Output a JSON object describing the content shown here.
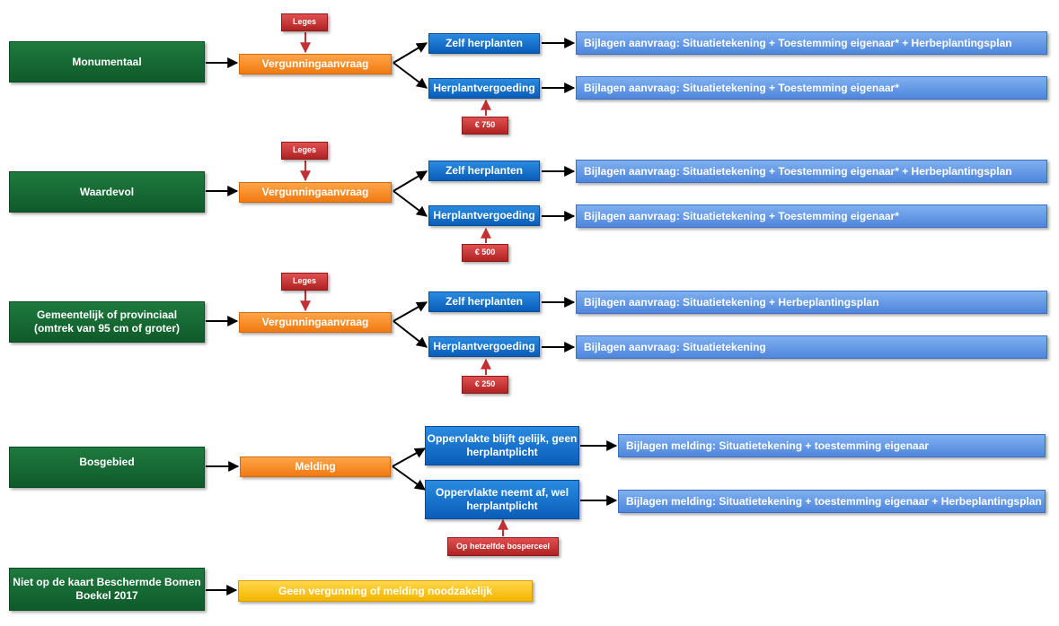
{
  "rows": [
    {
      "category": "Monumentaal",
      "process": "Vergunningaanvraag",
      "fee_top": "Leges",
      "option_a": "Zelf herplanten",
      "option_b": "Herplantvergoeding",
      "fee_bottom": "€ 750",
      "attach_a": "Bijlagen aanvraag: Situatietekening + Toestemming eigenaar* + Herbeplantingsplan",
      "attach_b": "Bijlagen aanvraag: Situatietekening + Toestemming eigenaar*"
    },
    {
      "category": "Waardevol",
      "process": "Vergunningaanvraag",
      "fee_top": "Leges",
      "option_a": "Zelf herplanten",
      "option_b": "Herplantvergoeding",
      "fee_bottom": "€ 500",
      "attach_a": "Bijlagen aanvraag: Situatietekening + Toestemming eigenaar* + Herbeplantingsplan",
      "attach_b": "Bijlagen aanvraag: Situatietekening + Toestemming eigenaar*"
    },
    {
      "category_line1": "Gemeentelijk of provinciaal",
      "category_line2": "(omtrek van 95 cm of groter)",
      "process": "Vergunningaanvraag",
      "fee_top": "Leges",
      "option_a": "Zelf herplanten",
      "option_b": "Herplantvergoeding",
      "fee_bottom": "€ 250",
      "attach_a": "Bijlagen aanvraag: Situatietekening + Herbeplantingsplan",
      "attach_b": "Bijlagen aanvraag: Situatietekening"
    },
    {
      "category": "Bosgebied",
      "process": "Melding",
      "option_a_line1": "Oppervlakte blijft gelijk, geen",
      "option_a_line2": "herplantplicht",
      "option_b_line1": "Oppervlakte neemt af, wel",
      "option_b_line2": "herplantplicht",
      "fee_bottom": "Op hetzelfde bosperceel",
      "attach_a": "Bijlagen melding: Situatietekening + toestemming eigenaar",
      "attach_b": "Bijlagen melding: Situatietekening + toestemming eigenaar + Herbeplantingsplan"
    },
    {
      "category_line1": "Niet op de kaart Beschermde Bomen",
      "category_line2": "Boekel 2017",
      "process": "Geen vergunning of melding noodzakelijk"
    }
  ],
  "colors": {
    "category": "#136b33",
    "process": "#f58a1f",
    "process_none": "#f7c21a",
    "option": "#0f6fcc",
    "attachment": "#5f95e3",
    "fee": "#c23030",
    "arrow": "#000000",
    "fee_arrow": "#c23030"
  }
}
